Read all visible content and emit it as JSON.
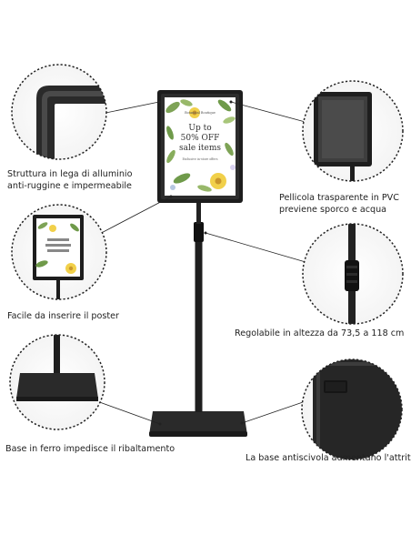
{
  "poster": {
    "brand": "Botanical Boutique",
    "line1": "Up to",
    "line2": "50% OFF",
    "line3": "sale items",
    "small": "Exclusive in-store offers"
  },
  "captions": {
    "frame_material_l1": "Struttura in lega di alluminio",
    "frame_material_l2": "anti-ruggine e impermeabile",
    "pvc_film_l1": "Pellicola trasparente in PVC",
    "pvc_film_l2": "previene sporco e acqua",
    "easy_insert": "Facile da inserire il poster",
    "height_adjust": "Regolabile in altezza da 73,5 a 118 cm",
    "iron_base": "Base in ferro impedisce il ribaltamento",
    "anti_slip": "La base antiscivola aumentano l'attrito"
  },
  "colors": {
    "frame": "#1d1d1d",
    "background": "#ffffff",
    "leaf_green": "#6f9a4a",
    "flower_yellow": "#f1d04a"
  }
}
